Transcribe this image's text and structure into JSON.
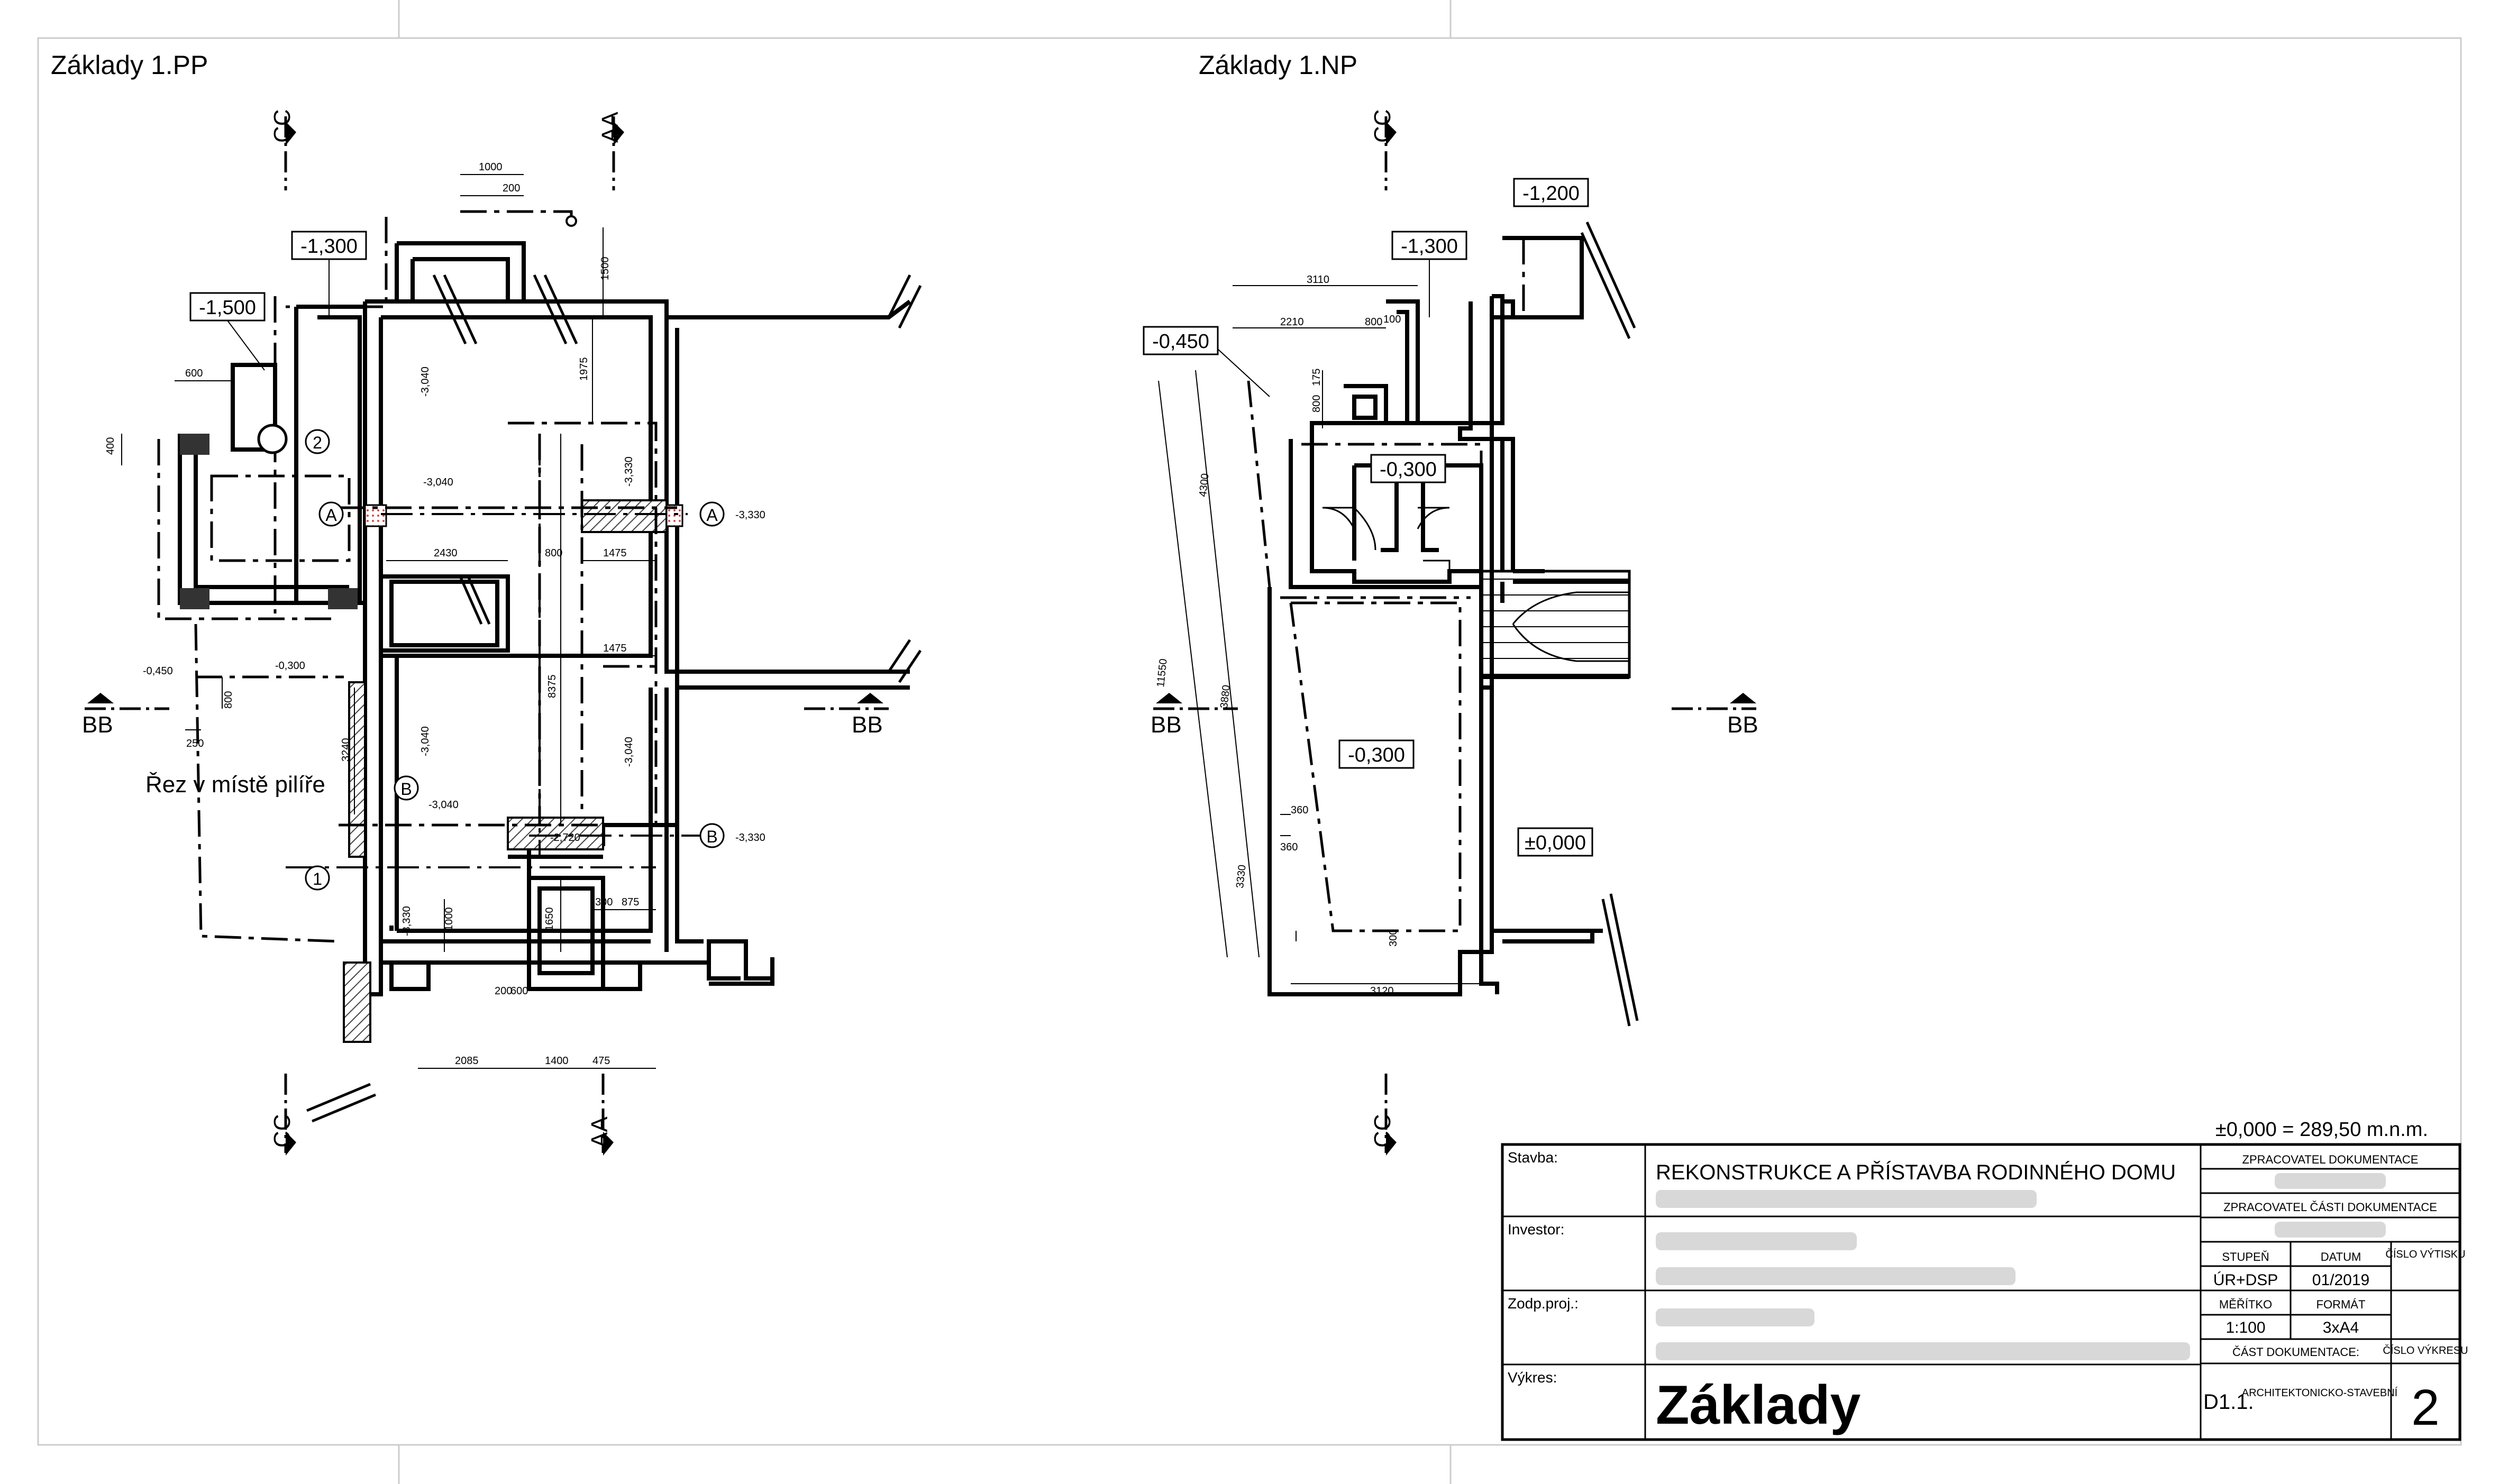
{
  "plan_left": {
    "title": "Základy 1.PP",
    "section_note": "Řez v místě pilíře",
    "levels": [
      "-1,300",
      "-1,500"
    ],
    "section_marks": {
      "cc": "CC",
      "aa": "AA",
      "bb": "BB"
    },
    "axis_letters": [
      "A",
      "B"
    ],
    "axis_numbers": [
      "1",
      "2"
    ],
    "small_levels": [
      "-3,040",
      "-3,330",
      "-0,450",
      "-0,300",
      "-2,720"
    ],
    "dims_top": [
      "1000",
      "200",
      "1500"
    ],
    "dims_side": [
      "600",
      "400",
      "2430",
      "1475",
      "800",
      "1975",
      "8375",
      "3240",
      "250",
      "800"
    ],
    "dims_bottom": [
      "2085",
      "1400",
      "475"
    ],
    "dims_lower": [
      "1000",
      "1650",
      "875",
      "300",
      "200",
      "600"
    ]
  },
  "plan_right": {
    "title": "Základy 1.NP",
    "levels": [
      "-1,200",
      "-1,300",
      "-0,450",
      "-0,300",
      "-0,300",
      "±0,000"
    ],
    "section_marks": {
      "cc": "CC",
      "bb": "BB"
    },
    "dims": [
      "3110",
      "2210",
      "800",
      "100",
      "175",
      "800",
      "4300",
      "11550",
      "3880",
      "3330",
      "360",
      "360",
      "3120",
      "300"
    ]
  },
  "reference_level": "±0,000 = 289,50 m.n.m.",
  "title_block": {
    "stavba_label": "Stavba:",
    "stavba_value": "REKONSTRUKCE A PŘÍSTAVBA RODINNÉHO DOMU",
    "investor_label": "Investor:",
    "zodp_label": "Zodp.proj.:",
    "vykres_label": "Výkres:",
    "vykres_value": "Základy",
    "zpracovatel_dok": "ZPRACOVATEL DOKUMENTACE",
    "zpracovatel_casti": "ZPRACOVATEL ČÁSTI DOKUMENTACE",
    "stupen_label": "STUPEŇ",
    "stupen_value": "ÚR+DSP",
    "datum_label": "DATUM",
    "datum_value": "01/2019",
    "cislo_vytisku_label": "ČÍSLO VÝTISKU",
    "meritko_label": "MĚŘÍTKO",
    "meritko_value": "1:100",
    "format_label": "FORMÁT",
    "format_value": "3xA4",
    "cast_dok_label": "ČÁST DOKUMENTACE:",
    "cislo_vykresu_label": "ČÍSLO VÝKRESU",
    "cast_code": "D1.1.",
    "cast_name": "ARCHITEKTONICKO-STAVEBNÍ",
    "cislo_vykresu_value": "2"
  }
}
